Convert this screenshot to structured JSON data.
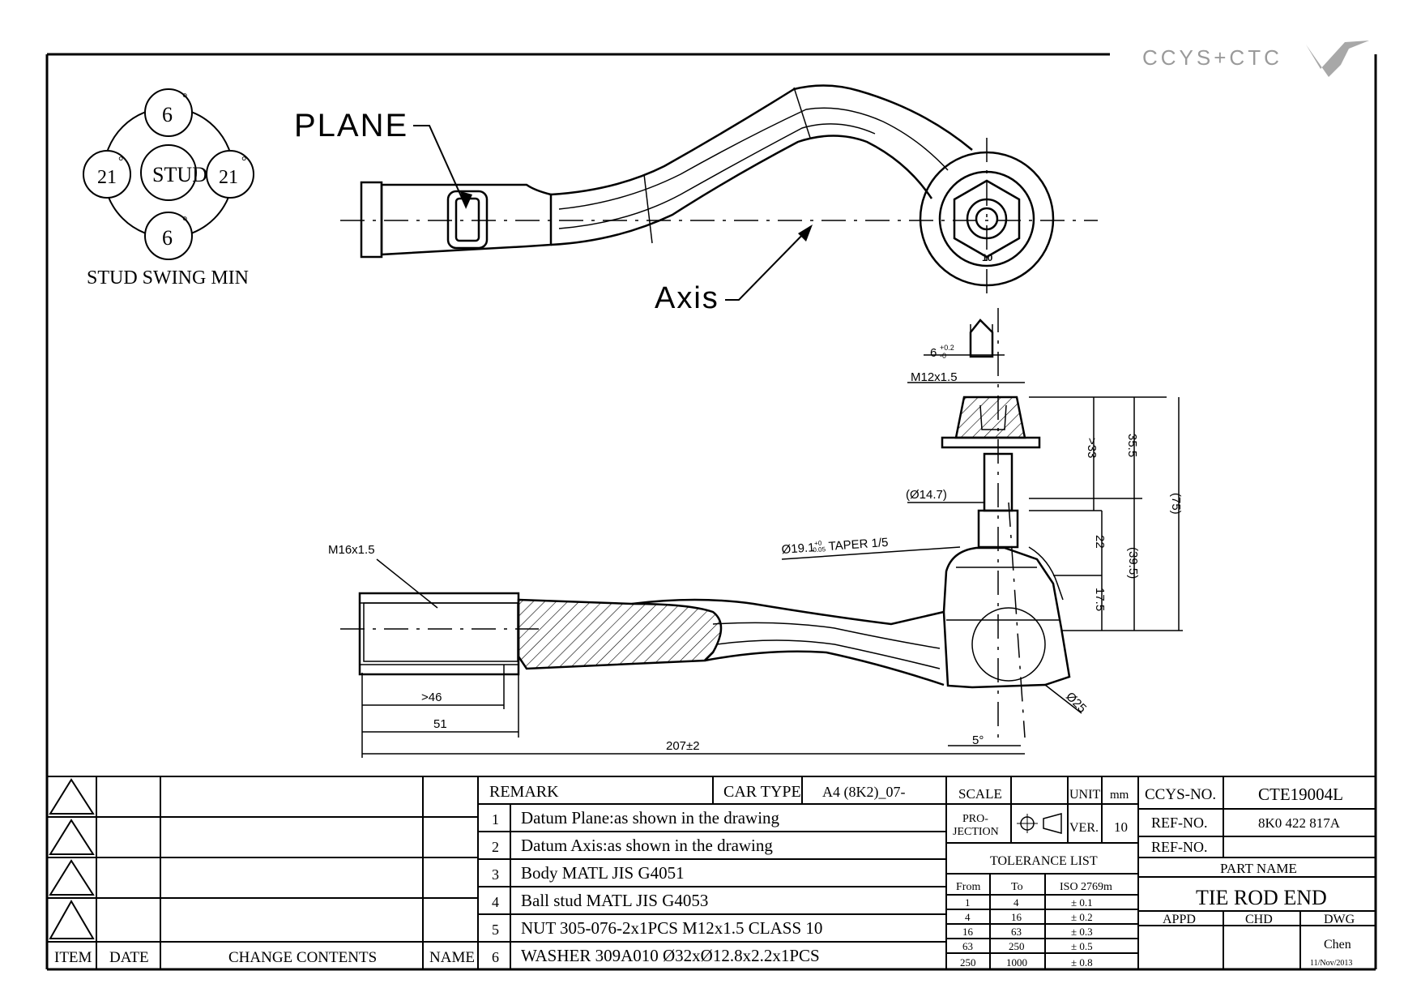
{
  "logo": {
    "text": "CCYS+CTC"
  },
  "stud_swing": {
    "title": "STUD SWING MIN",
    "center": "STUD",
    "top": "6",
    "bottom": "6",
    "left": "21",
    "right": "21",
    "degree": "°"
  },
  "top_view": {
    "plane_label": "PLANE",
    "axis_label": "Axis",
    "nut_mark": "10"
  },
  "dimensions": {
    "hex": "6",
    "hex_tol_upper": "+0.2",
    "hex_tol_lower": "-0",
    "thread_top": "M12x1.5",
    "d_33": ">33",
    "d_35_5": "35.5",
    "d_75": "(75)",
    "d_14_7": "(Ø14.7)",
    "d_22": "22",
    "d_39_5": "(39.5)",
    "d_17_5": "17.5",
    "taper_prefix": "Ø19.1",
    "taper_tol_upper": "+0",
    "taper_tol_lower": "-0.05",
    "taper_suffix": " TAPER 1/5",
    "thread_left": "M16x1.5",
    "d_46": ">46",
    "d_51": "51",
    "d_207": "207±2",
    "d_5deg": "5°",
    "d_25": "Ø25"
  },
  "revision_table": {
    "headers": {
      "item": "ITEM",
      "date": "DATE",
      "change": "CHANGE CONTENTS",
      "name": "NAME"
    }
  },
  "remarks": {
    "header": "REMARK",
    "car_type_label": "CAR TYPE",
    "car_type_value": "A4 (8K2)_07-",
    "items": [
      {
        "no": "1",
        "text": "Datum Plane:as shown in the drawing"
      },
      {
        "no": "2",
        "text": "Datum Axis:as shown in the drawing"
      },
      {
        "no": "3",
        "text": "Body MATL JIS G4051"
      },
      {
        "no": "4",
        "text": "Ball stud MATL JIS G4053"
      },
      {
        "no": "5",
        "text": "NUT 305-076-2x1PCS M12x1.5 CLASS 10"
      },
      {
        "no": "6",
        "text": "WASHER 309A010 Ø32xØ12.8x2.2x1PCS"
      }
    ]
  },
  "scale_block": {
    "scale": "SCALE",
    "unit_label": "UNIT",
    "unit_value": "mm",
    "projection": "PRO-\nJECTION",
    "projection_line1": "PRO-",
    "projection_line2": "JECTION",
    "ver_label": "VER.",
    "ver_value": "10",
    "tolerance_title": "TOLERANCE LIST",
    "tolerance_headers": [
      "From",
      "To",
      "ISO 2769m"
    ],
    "tolerance_rows": [
      [
        "1",
        "4",
        "± 0.1"
      ],
      [
        "4",
        "16",
        "± 0.2"
      ],
      [
        "16",
        "63",
        "± 0.3"
      ],
      [
        "63",
        "250",
        "± 0.5"
      ],
      [
        "250",
        "1000",
        "± 0.8"
      ]
    ]
  },
  "title_block": {
    "ccys_label": "CCYS-NO.",
    "ccys_value": "CTE19004L",
    "ref1_label": "REF-NO.",
    "ref1_value": "8K0 422 817A",
    "ref2_label": "REF-NO.",
    "ref2_value": "",
    "part_name_label": "PART NAME",
    "part_name": "TIE ROD END",
    "appd": "APPD",
    "chd": "CHD",
    "dwg": "DWG",
    "drawn_by": "Chen",
    "date": "11/Nov/2013"
  }
}
